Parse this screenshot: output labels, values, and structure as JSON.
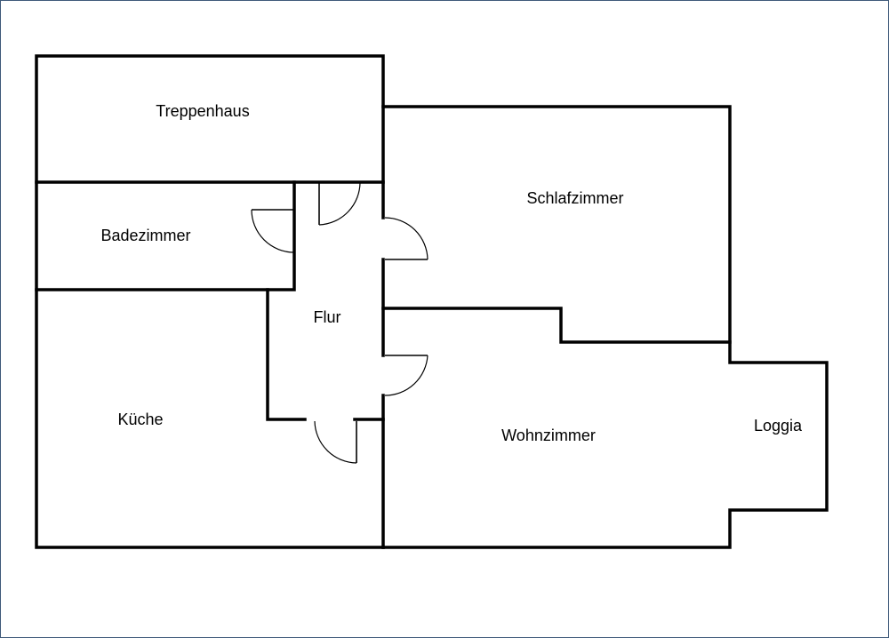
{
  "rooms": {
    "treppenhaus": "Treppenhaus",
    "badezimmer": "Badezimmer",
    "flur": "Flur",
    "kueche": "Küche",
    "schlafzimmer": "Schlafzimmer",
    "wohnzimmer": "Wohnzimmer",
    "loggia": "Loggia"
  },
  "colors": {
    "walls": "#000000",
    "frame": "#3f5a7a",
    "background": "#ffffff"
  }
}
